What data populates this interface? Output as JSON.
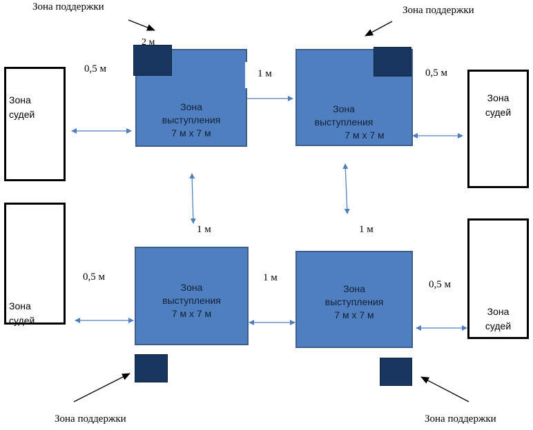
{
  "colors": {
    "performance_fill": "#4f7fbe",
    "performance_border": "#3d5d8c",
    "support_fill": "#18365f",
    "arrow": "#4f7fbe",
    "pointer": "#000000"
  },
  "labels": {
    "support_zone": "Зона поддержки",
    "performance_line1": "Зона",
    "performance_line2": "выступления",
    "performance_line3": "7 м х 7 м",
    "judges_line1": "Зона",
    "judges_line2": "судей",
    "gap_half": "0,5 м",
    "gap_one": "1 м",
    "support_size": "2 м"
  }
}
